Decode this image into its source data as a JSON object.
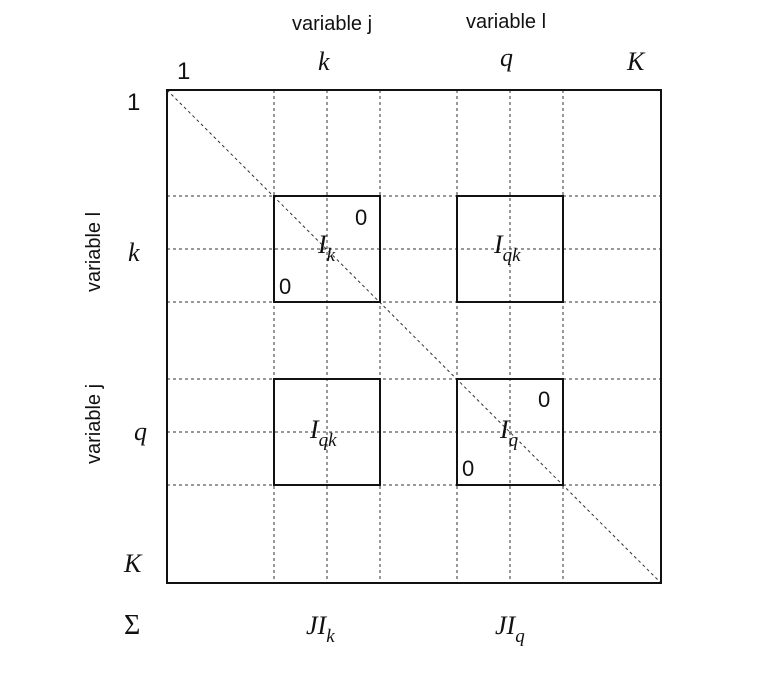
{
  "top_headers": {
    "variable_j": "variable j",
    "variable_l": "variable l"
  },
  "top_labels": {
    "one": "1",
    "k": "k",
    "q": "q",
    "K": "K"
  },
  "left_headers": {
    "variable_l": "variable l",
    "variable_j": "variable j"
  },
  "left_labels": {
    "one": "1",
    "k": "k",
    "q": "q",
    "K": "K"
  },
  "bottom": {
    "sigma": "Σ",
    "jik": "JI",
    "jik_sub": "k",
    "jiq": "JI",
    "jiq_sub": "q"
  },
  "blocks": {
    "ik": {
      "main": "I",
      "sub": "k",
      "zero_top": "0",
      "zero_bottom": "0"
    },
    "iqk_top": {
      "main": "I",
      "sub": "qk"
    },
    "iqk_bottom": {
      "main": "I",
      "sub": "qk"
    },
    "iq": {
      "main": "I",
      "sub": "q",
      "zero_top": "0",
      "zero_bottom": "0"
    }
  }
}
